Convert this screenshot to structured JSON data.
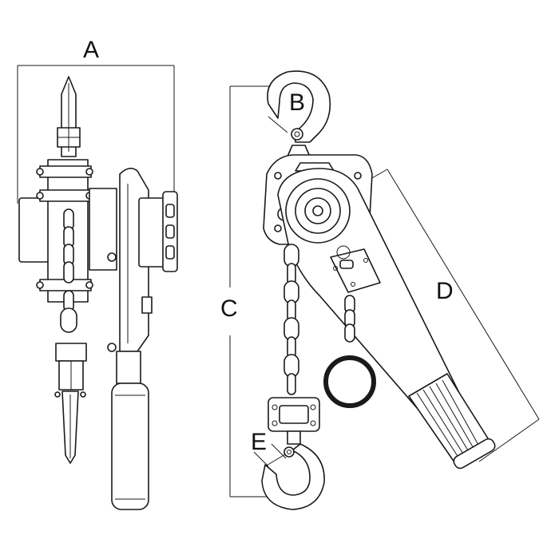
{
  "dimension_labels": {
    "A": "A",
    "B": "B",
    "C": "C",
    "D": "D",
    "E": "E"
  }
}
